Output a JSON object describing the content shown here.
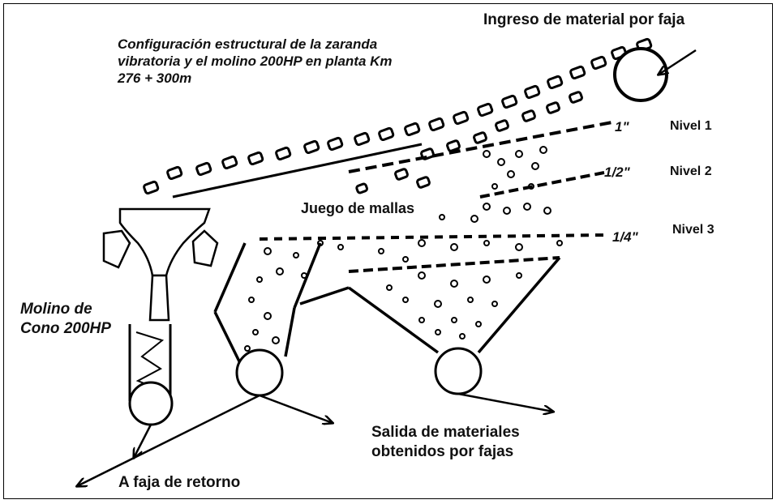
{
  "title": "Configuración estructural de la zaranda vibratoria y el molino 200HP en planta Km 276 + 300m",
  "labels": {
    "ingreso": "Ingreso de material por faja",
    "juego_mallas": "Juego de mallas",
    "molino": "Molino de Cono 200HP",
    "salida": "Salida de materiales obtenidos por fajas",
    "retorno": "A faja de retorno"
  },
  "levels": [
    {
      "name": "Nivel 1",
      "mesh": "1\""
    },
    {
      "name": "Nivel 2",
      "mesh": "1/2\""
    },
    {
      "name": "Nivel 3",
      "mesh": "1/4\""
    }
  ]
}
